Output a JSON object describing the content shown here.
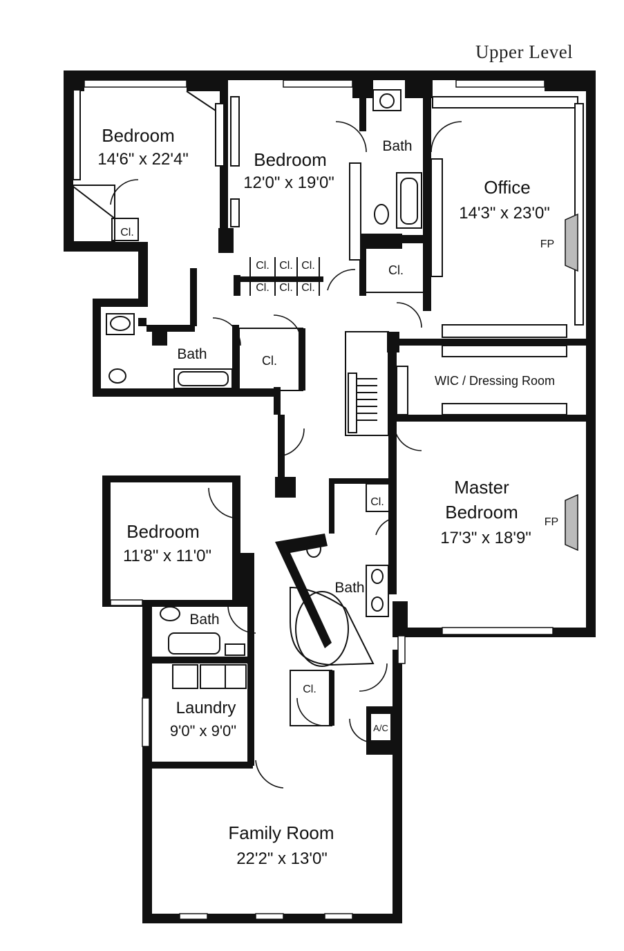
{
  "plan": {
    "title": "Upper Level",
    "rooms": {
      "bedroom1": {
        "name": "Bedroom",
        "size": "14'6\" x 22'4\""
      },
      "bedroom2": {
        "name": "Bedroom",
        "size": "12'0\" x 19'0\""
      },
      "bath_top": {
        "name": "Bath"
      },
      "office": {
        "name": "Office",
        "size": "14'3\" x 23'0\""
      },
      "office_fp": "FP",
      "cl_stair": "Cl.",
      "cl_grid": [
        "Cl.",
        "Cl.",
        "Cl.",
        "Cl.",
        "Cl.",
        "Cl."
      ],
      "cl_bath": "Cl.",
      "bath_left": {
        "name": "Bath"
      },
      "cl_center": "Cl.",
      "wic": {
        "name": "WIC / Dressing Room"
      },
      "master": {
        "name": "Master",
        "name2": "Bedroom",
        "size": "17'3\" x 18'9\""
      },
      "master_fp": "FP",
      "cl_master": "Cl.",
      "bedroom3": {
        "name": "Bedroom",
        "size": "11'8\" x 11'0\""
      },
      "bath_master": {
        "name": "Bath"
      },
      "bath_small": {
        "name": "Bath"
      },
      "cl_lower": "Cl.",
      "ac": "A/C",
      "laundry": {
        "name": "Laundry",
        "size": "9'0\" x 9'0\""
      },
      "family": {
        "name": "Family Room",
        "size": "22'2\" x 13'0\""
      }
    }
  }
}
